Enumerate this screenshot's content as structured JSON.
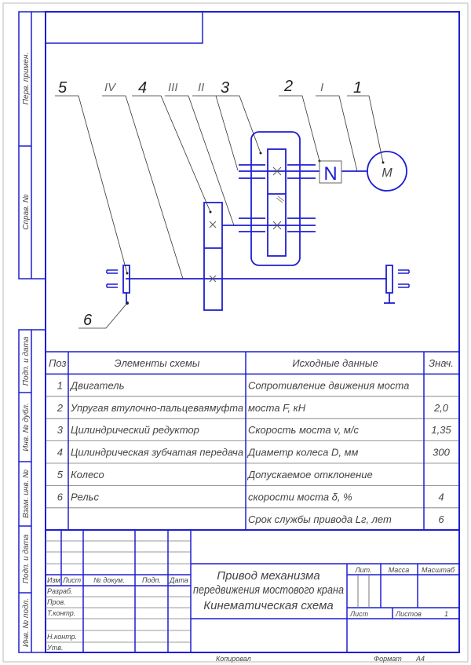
{
  "side_labels": [
    "Перв. примен.",
    "Справ. №",
    "Подп. и дата",
    "Инв. № дубл.",
    "Взам. инв. №",
    "Подп. и дата",
    "Инв. № подл."
  ],
  "diagram": {
    "labels": [
      "5",
      "IV",
      "4",
      "III",
      "II",
      "3",
      "2",
      "I",
      "1",
      "6"
    ],
    "motor": "M",
    "coupling": "N"
  },
  "table": {
    "headers": [
      "Поз",
      "Элементы схемы",
      "Исходные данные",
      "Знач."
    ],
    "rows": [
      {
        "pos": "1",
        "element": "Двигатель",
        "param": "Сопротивление движения моста",
        "value": ""
      },
      {
        "pos": "2",
        "element": "Упругая втулочно-пальцеваямуфта",
        "param": "моста F, кН",
        "value": "2,0"
      },
      {
        "pos": "3",
        "element": "Цилиндрический   редуктор",
        "param": "Скорость моста v, м/с",
        "value": "1,35"
      },
      {
        "pos": "4",
        "element": "Цилиндрическая зубчатая передача",
        "param": "Диаметр колеса D, мм",
        "value": "300"
      },
      {
        "pos": "5",
        "element": "Колесо",
        "param": "Допускаемое отклонение",
        "value": ""
      },
      {
        "pos": "6",
        "element": "Рельс",
        "param": "скорости моста δ, %",
        "value": "4"
      },
      {
        "pos": "",
        "element": "",
        "param": "Срок службы привода Lг, лет",
        "value": "6"
      }
    ]
  },
  "stamp": {
    "col_headers": [
      "Изм",
      "Лист",
      "№ докум.",
      "Подп.",
      "Дата"
    ],
    "roles": [
      "Разраб.",
      "Пров.",
      "Т.контр.",
      "Н.контр.",
      "Утв."
    ],
    "title_lines": [
      "Привод механизма",
      "передвижения мостового крана",
      "Кинематическая схема"
    ],
    "lit": "Лит.",
    "mass": "Масса",
    "scale": "Масштаб",
    "sheet": "Лист",
    "sheets": "Листов",
    "sheets_count": "1"
  },
  "footer": {
    "copied": "Копировал",
    "format_label": "Формат",
    "format": "A4"
  }
}
